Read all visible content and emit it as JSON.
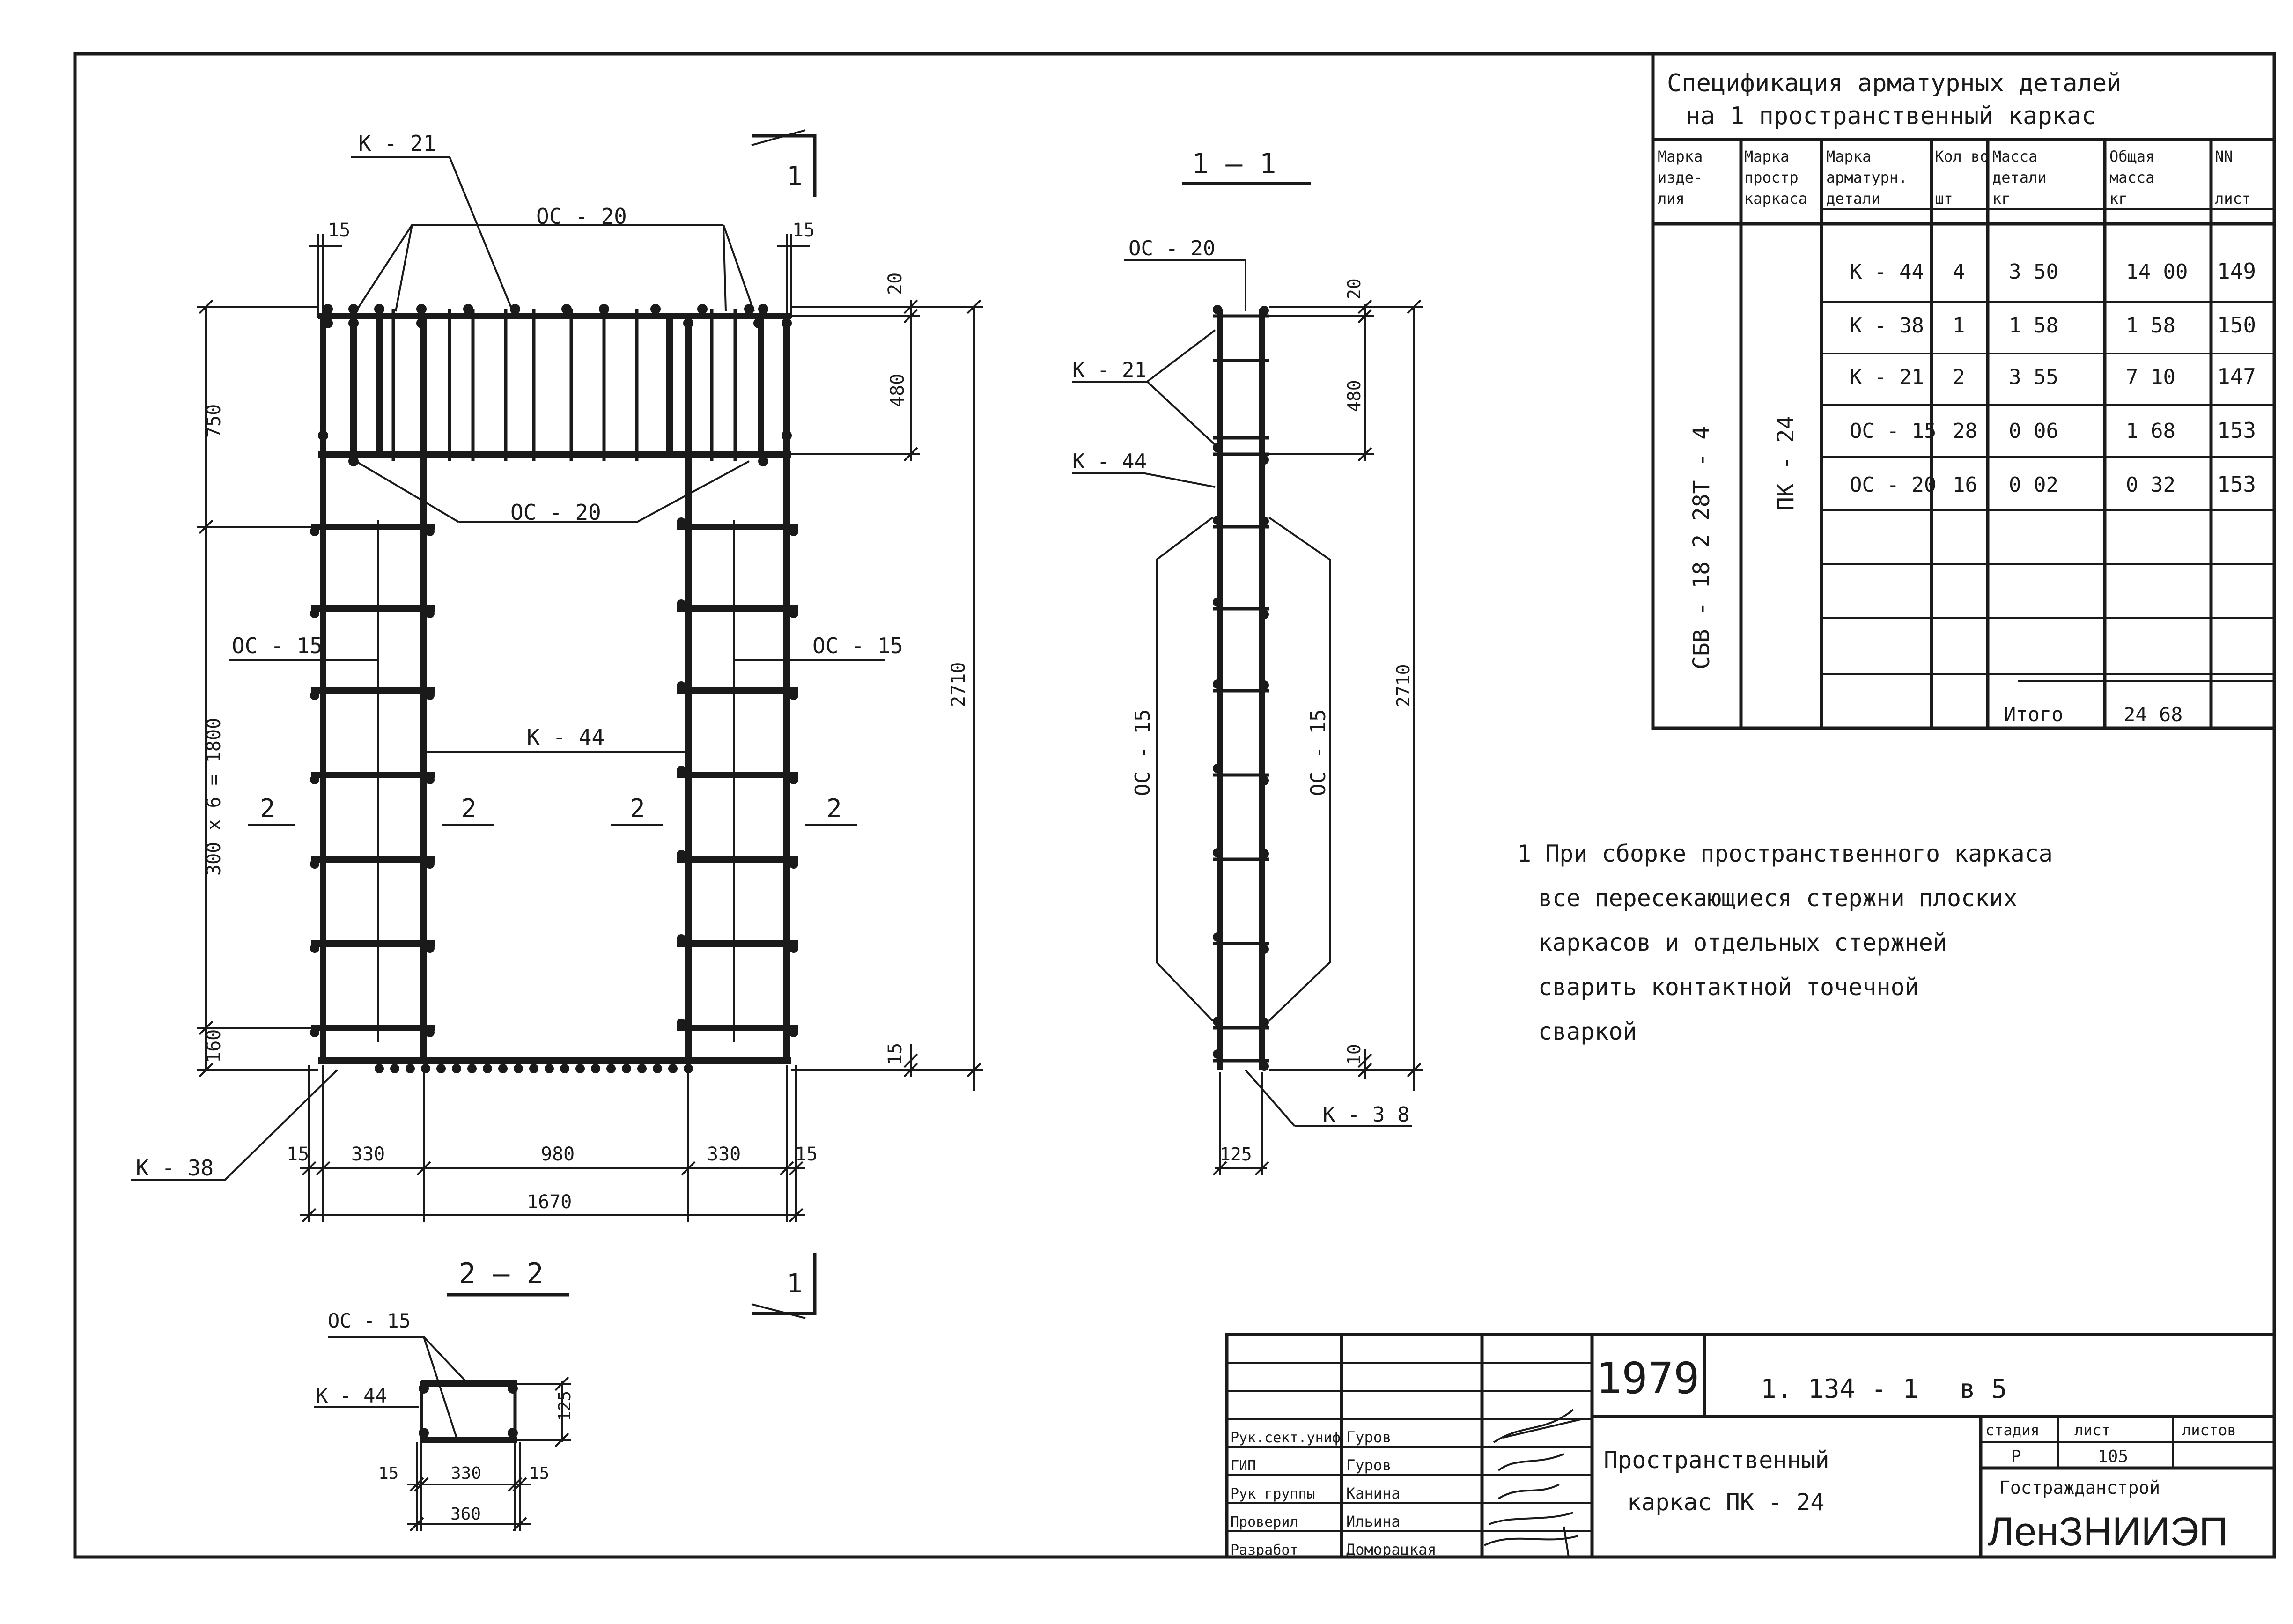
{
  "colors": {
    "ink": "#1a1a1a",
    "paper": "#ffffff"
  },
  "elevation": {
    "labels": {
      "k21": "К - 21",
      "oc20_top": "ОС - 20",
      "oc20_bottom": "ОС - 20",
      "oc15_left": "ОС - 15",
      "oc15_right": "ОС - 15",
      "k44": "К - 44",
      "k38": "К - 38"
    },
    "dims": {
      "w15_tl": "15",
      "w15_tr": "15",
      "h20": "20",
      "h480": "480",
      "h750": "750",
      "h1800": "300 x 6 = 1800",
      "h160": "160",
      "h15": "15",
      "h2710": "2710",
      "b15_l": "15",
      "b330_l": "330",
      "b980": "980",
      "b330_r": "330",
      "b15_r": "15",
      "total1670": "1670"
    },
    "section_marks": [
      "2",
      "2",
      "2",
      "2"
    ],
    "cut_marks": {
      "top": "1",
      "bottom": "1"
    }
  },
  "section11": {
    "title": "1 — 1",
    "labels": {
      "oc20": "ОС - 20",
      "k21": "К - 21",
      "k44": "К - 44",
      "oc15_left": "ОС - 15",
      "oc15_right": "ОС - 15",
      "k38": "К - 3 8"
    },
    "dims": {
      "h20": "20",
      "h480": "480",
      "h2710": "2710",
      "h10": "10",
      "w125": "125"
    }
  },
  "section22": {
    "title": "2 — 2",
    "labels": {
      "oc15": "ОС - 15",
      "k44": "К - 44"
    },
    "dims": {
      "h125": "125",
      "w15_l": "15",
      "w330": "330",
      "w15_r": "15",
      "w360": "360"
    }
  },
  "spec": {
    "title_line1": "Спецификация арматурных деталей",
    "title_line2": "на 1 пространственный каркас",
    "headers": [
      [
        "Марка",
        "изде-",
        "лия"
      ],
      [
        "Марка",
        "простр",
        "каркаса"
      ],
      [
        "Марка",
        "арматурн.",
        "детали"
      ],
      [
        "Кол во",
        "",
        "шт"
      ],
      [
        "Масса",
        "детали",
        "кг"
      ],
      [
        "Общая",
        "масса",
        "кг"
      ],
      [
        "NN",
        "",
        "лист"
      ]
    ],
    "product_mark": "СБВ - 18 2 28Т - 4",
    "frame_mark": "ПК - 24",
    "rows": [
      {
        "mark": "К - 44",
        "qty": "4",
        "mass": "3 50",
        "total": "14 00",
        "sheet": "149"
      },
      {
        "mark": "К - 38",
        "qty": "1",
        "mass": "1 58",
        "total": "1 58",
        "sheet": "150"
      },
      {
        "mark": "К - 21",
        "qty": "2",
        "mass": "3 55",
        "total": "7 10",
        "sheet": "147"
      },
      {
        "mark": "ОС - 15",
        "qty": "28",
        "mass": "0 06",
        "total": "1 68",
        "sheet": "153"
      },
      {
        "mark": "ОС - 20",
        "qty": "16",
        "mass": "0 02",
        "total": "0 32",
        "sheet": "153"
      }
    ],
    "total_label": "Итого",
    "total_value": "24 68"
  },
  "note": [
    "1 При сборке пространственного каркаса",
    "все пересекающиеся стержни плоских",
    "каркасов и отдельных стержней",
    "сварить контактной точечной",
    "сваркой"
  ],
  "title_block": {
    "year": "1979",
    "code": "1. 134 - 1",
    "issue": "в 5",
    "staff": [
      {
        "role": "Рук.сект.униф",
        "name": "Гуров"
      },
      {
        "role": "ГИП",
        "name": "Гуров"
      },
      {
        "role": "Рук группы",
        "name": "Канина"
      },
      {
        "role": "Проверил",
        "name": "Ильина"
      },
      {
        "role": "Разработ",
        "name": "Доморацкая"
      }
    ],
    "name_line1": "Пространственный",
    "name_line2": "каркас ПК - 24",
    "stage_label": "стадия",
    "sheet_label": "лист",
    "sheets_label": "листов",
    "stage": "Р",
    "sheet": "105",
    "sheets": "",
    "org1": "Гостражданстрой",
    "org2": "ЛенЗНИИЭП"
  }
}
